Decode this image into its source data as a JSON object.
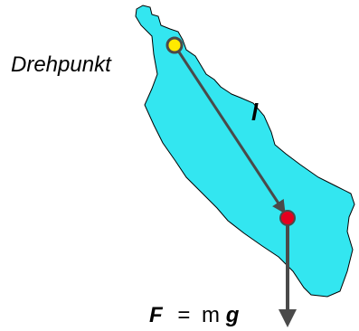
{
  "labels": {
    "pivot": "Drehpunkt",
    "length": "l",
    "force_symbol": "F",
    "force_equals": "=",
    "force_m": "m",
    "force_g": "g"
  },
  "colors": {
    "body_fill": "#33E6F0",
    "body_outline": "#000000",
    "pivot_point": "#FFEA00",
    "center_of_mass": "#E5001E",
    "arrows": "#4A4A4A",
    "text": "#000000"
  }
}
